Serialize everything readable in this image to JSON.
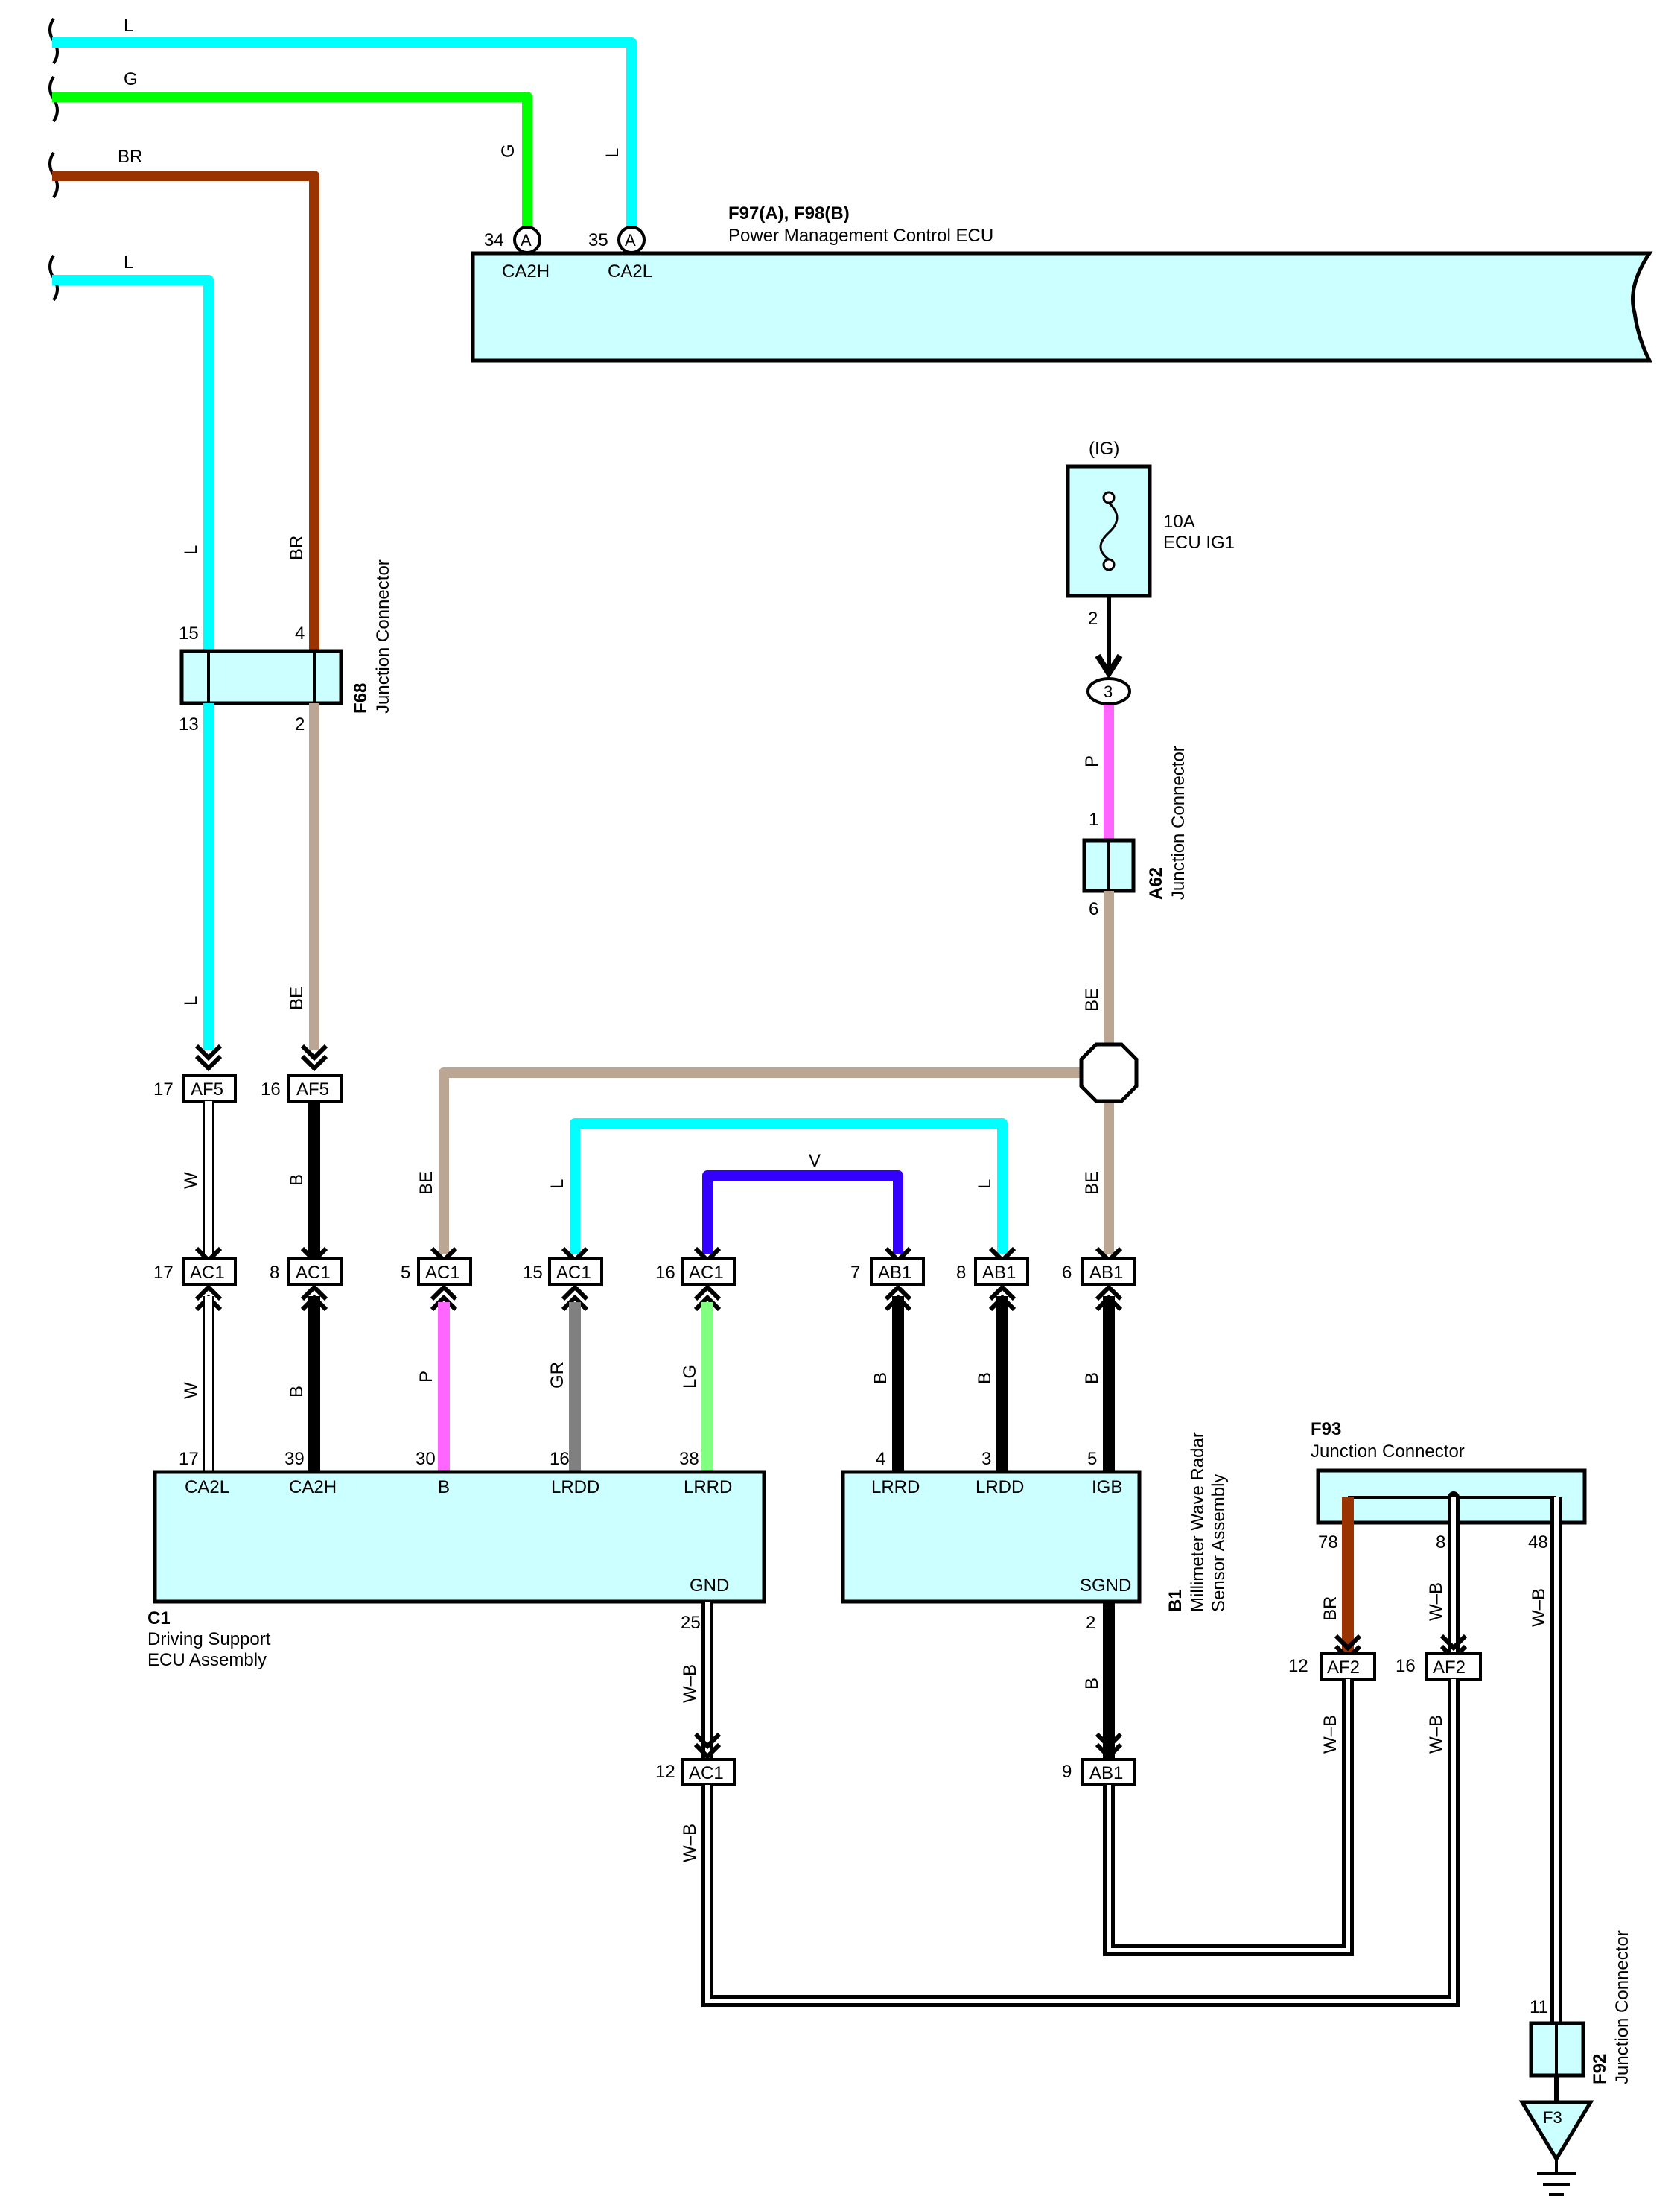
{
  "colors": {
    "L": "#00ffff",
    "G": "#00ff00",
    "BR": "#993300",
    "BE": "#bba593",
    "B": "#000000",
    "P": "#ff66ff",
    "GR": "#808080",
    "LG": "#80ff80",
    "V": "#3300ff",
    "body": "#ccffff"
  },
  "wire_codes": {
    "L": "L",
    "G": "G",
    "BR": "BR",
    "BE": "BE",
    "W": "W",
    "B": "B",
    "P": "P",
    "GR": "GR",
    "LG": "LG",
    "V": "V",
    "WB": "W–B"
  },
  "ecu_power": {
    "code": "F97(A), F98(B)",
    "name": "Power Management Control ECU",
    "pins": [
      {
        "num": "34",
        "conn": "A",
        "label": "CA2H"
      },
      {
        "num": "35",
        "conn": "A",
        "label": "CA2L"
      }
    ]
  },
  "fuse": {
    "source": "(IG)",
    "rating": "10A",
    "name": "ECU IG1",
    "pin": "2"
  },
  "connector_3": "3",
  "f68": {
    "code": "F68",
    "name": "Junction Connector",
    "pins": {
      "tl": "15",
      "tr": "4",
      "bl": "13",
      "br": "2"
    }
  },
  "a62": {
    "code": "A62",
    "name": "Junction Connector",
    "pins": {
      "top": "1",
      "bottom": "6"
    }
  },
  "af5": {
    "name": "AF5",
    "left_num": "17",
    "right_num": "16"
  },
  "ac1_row": [
    {
      "num": "17",
      "name": "AC1"
    },
    {
      "num": "8",
      "name": "AC1"
    },
    {
      "num": "5",
      "name": "AC1"
    },
    {
      "num": "15",
      "name": "AC1"
    },
    {
      "num": "16",
      "name": "AC1"
    }
  ],
  "ab1_row": [
    {
      "num": "7",
      "name": "AB1"
    },
    {
      "num": "8",
      "name": "AB1"
    },
    {
      "num": "6",
      "name": "AB1"
    }
  ],
  "c1": {
    "code": "C1",
    "name1": "Driving Support",
    "name2": "ECU Assembly",
    "pins": [
      {
        "num": "17",
        "label": "CA2L"
      },
      {
        "num": "39",
        "label": "CA2H"
      },
      {
        "num": "30",
        "label": "B"
      },
      {
        "num": "16",
        "label": "LRDD"
      },
      {
        "num": "38",
        "label": "LRRD"
      }
    ],
    "gnd_label": "GND",
    "gnd_num": "25"
  },
  "b1": {
    "code": "B1",
    "name1": "Millimeter Wave Radar",
    "name2": "Sensor Assembly",
    "pins": [
      {
        "num": "4",
        "label": "LRRD"
      },
      {
        "num": "3",
        "label": "LRDD"
      },
      {
        "num": "5",
        "label": "IGB"
      }
    ],
    "sgnd_label": "SGND",
    "sgnd_num": "2"
  },
  "f93": {
    "code": "F93",
    "name": "Junction Connector",
    "pins": [
      "78",
      "8",
      "48"
    ]
  },
  "af2": [
    {
      "num": "12",
      "name": "AF2"
    },
    {
      "num": "16",
      "name": "AF2"
    }
  ],
  "ac1_bottom": {
    "num": "12",
    "name": "AC1"
  },
  "ab1_bottom": {
    "num": "9",
    "name": "AB1"
  },
  "f92": {
    "code": "F92",
    "name": "Junction Connector",
    "pin": "11"
  },
  "ground": "F3"
}
